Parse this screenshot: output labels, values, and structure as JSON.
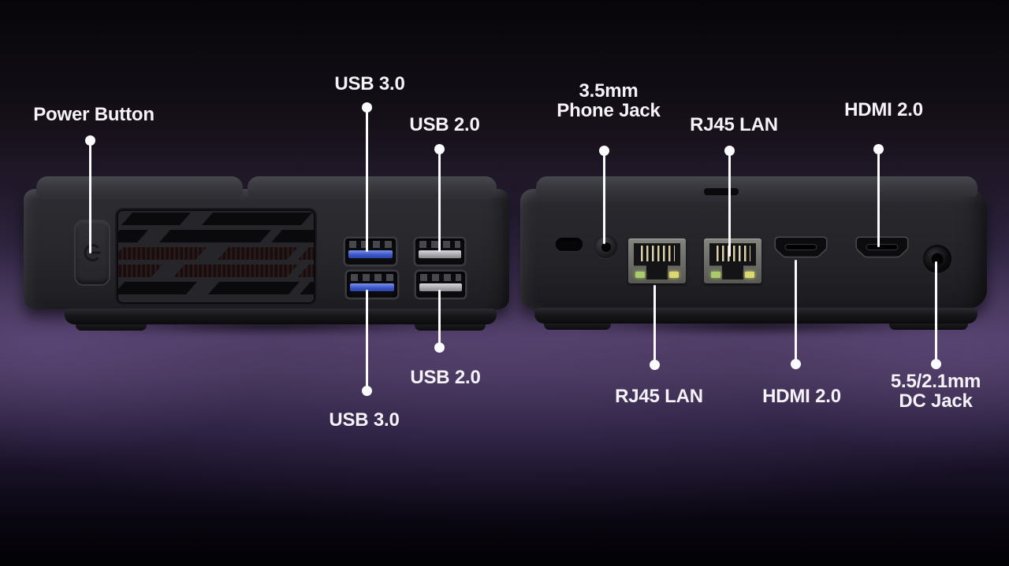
{
  "scene_title": "Mini PC front and rear port callout diagram",
  "callouts": [
    {
      "id": "power-button",
      "label": "Power Button"
    },
    {
      "id": "usb3-front-top",
      "label": "USB 3.0"
    },
    {
      "id": "usb2-front-top",
      "label": "USB 2.0"
    },
    {
      "id": "phone-jack",
      "line1": "3.5mm",
      "line2": "Phone Jack"
    },
    {
      "id": "rj45-lan-top",
      "label": "RJ45 LAN"
    },
    {
      "id": "hdmi-top",
      "label": "HDMI 2.0"
    },
    {
      "id": "usb2-front-bottom",
      "label": "USB 2.0"
    },
    {
      "id": "usb3-front-bottom",
      "label": "USB 3.0"
    },
    {
      "id": "rj45-lan-bottom",
      "label": "RJ45 LAN"
    },
    {
      "id": "hdmi-bottom",
      "label": "HDMI 2.0"
    },
    {
      "id": "dc-jack",
      "line1": "5.5/2.1mm",
      "line2": "DC Jack"
    }
  ],
  "devices": {
    "front_view_ports": [
      "power-button",
      "usb3-port",
      "usb3-port",
      "usb2-port",
      "usb2-port",
      "vent-grille"
    ],
    "rear_view_ports": [
      "kensington-lock-slot",
      "3.5mm-phone-jack",
      "rj45-lan-port",
      "rj45-lan-port",
      "hdmi-port",
      "hdmi-port",
      "dc-jack"
    ]
  },
  "icons": {
    "power": "power-symbol-icon"
  },
  "colors": {
    "background_purple": "#4a395e",
    "background_black": "#020103",
    "device_body": "#27272b",
    "usb3_blue": "#3d57c8",
    "usb2_gray": "#a2a2a8",
    "led_green": "#a9cb69",
    "led_amber": "#dbd870",
    "label_white": "#f5f3f7",
    "leader_line": "#fcfbfd"
  }
}
